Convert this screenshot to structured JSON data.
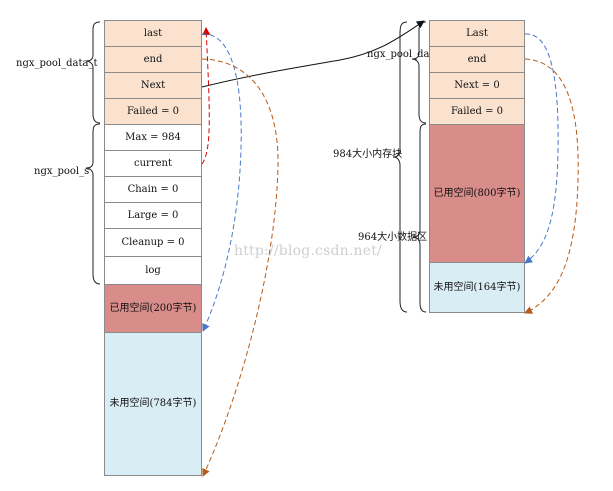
{
  "left_pool": {
    "data_group_label": "ngx_pool_data_t",
    "pool_group_label": "ngx_pool_s",
    "cells": [
      "last",
      "end",
      "Next",
      "Failed = 0",
      "Max = 984",
      "current",
      "Chain = 0",
      "Large = 0",
      "Cleanup = 0",
      "log",
      "已用空间(200字节)",
      "未用空间(784字节)"
    ]
  },
  "right_pool": {
    "data_group_label": "ngx_pool_data_t",
    "memory_label_total": "984大小内存块",
    "memory_label_data": "964大小数据区",
    "cells": [
      "Last",
      "end",
      "Next = 0",
      "Failed = 0",
      "已用空间(800字节)",
      "未用空间(164字节)"
    ]
  },
  "watermark": "http://blog.csdn.net/",
  "colors": {
    "header_fill": "#fbe2cf",
    "used_fill": "#d88d8a",
    "unused_fill": "#d9edf5",
    "blue_arrow": "#4a78c8",
    "brown_arrow": "#b55a1a",
    "red_arrow": "#d90000",
    "black_arrow": "#111111"
  }
}
